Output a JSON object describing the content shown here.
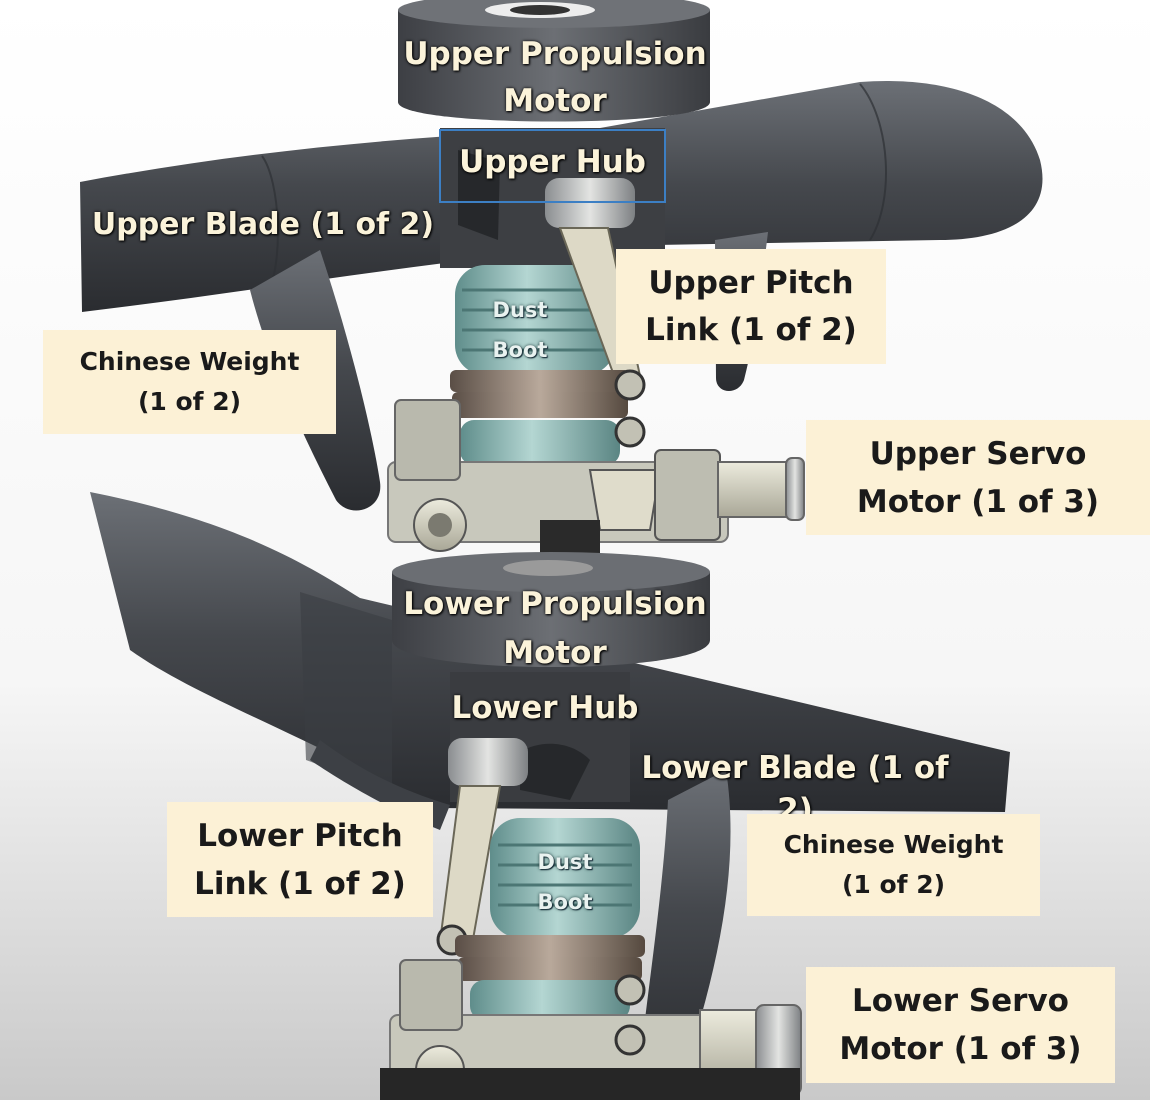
{
  "labels": {
    "upper_propulsion_motor": [
      "Upper Propulsion",
      "Motor"
    ],
    "upper_hub": "Upper Hub",
    "upper_blade": "Upper Blade (1 of 2)",
    "upper_pitch_link": [
      "Upper Pitch",
      "Link (1 of 2)"
    ],
    "upper_dust_boot": [
      "Dust",
      "Boot"
    ],
    "upper_chinese_weight": [
      "Chinese Weight",
      "(1 of 2)"
    ],
    "upper_servo_motor": [
      "Upper Servo",
      "Motor (1 of 3)"
    ],
    "lower_propulsion_motor": [
      "Lower Propulsion",
      "Motor"
    ],
    "lower_hub": "Lower Hub",
    "lower_blade": "Lower Blade (1 of 2)",
    "lower_pitch_link": [
      "Lower Pitch",
      "Link (1 of 2)"
    ],
    "lower_dust_boot": [
      "Dust",
      "Boot"
    ],
    "lower_chinese_weight": [
      "Chinese Weight",
      "(1 of 2)"
    ],
    "lower_servo_motor": [
      "Lower Servo",
      "Motor (1 of 3)"
    ]
  },
  "colors": {
    "label_box": "#fcf1d6",
    "blade": "#4a4d52",
    "dust_boot": "#9cc3c0",
    "hub_highlight": "#3c7fc4"
  }
}
